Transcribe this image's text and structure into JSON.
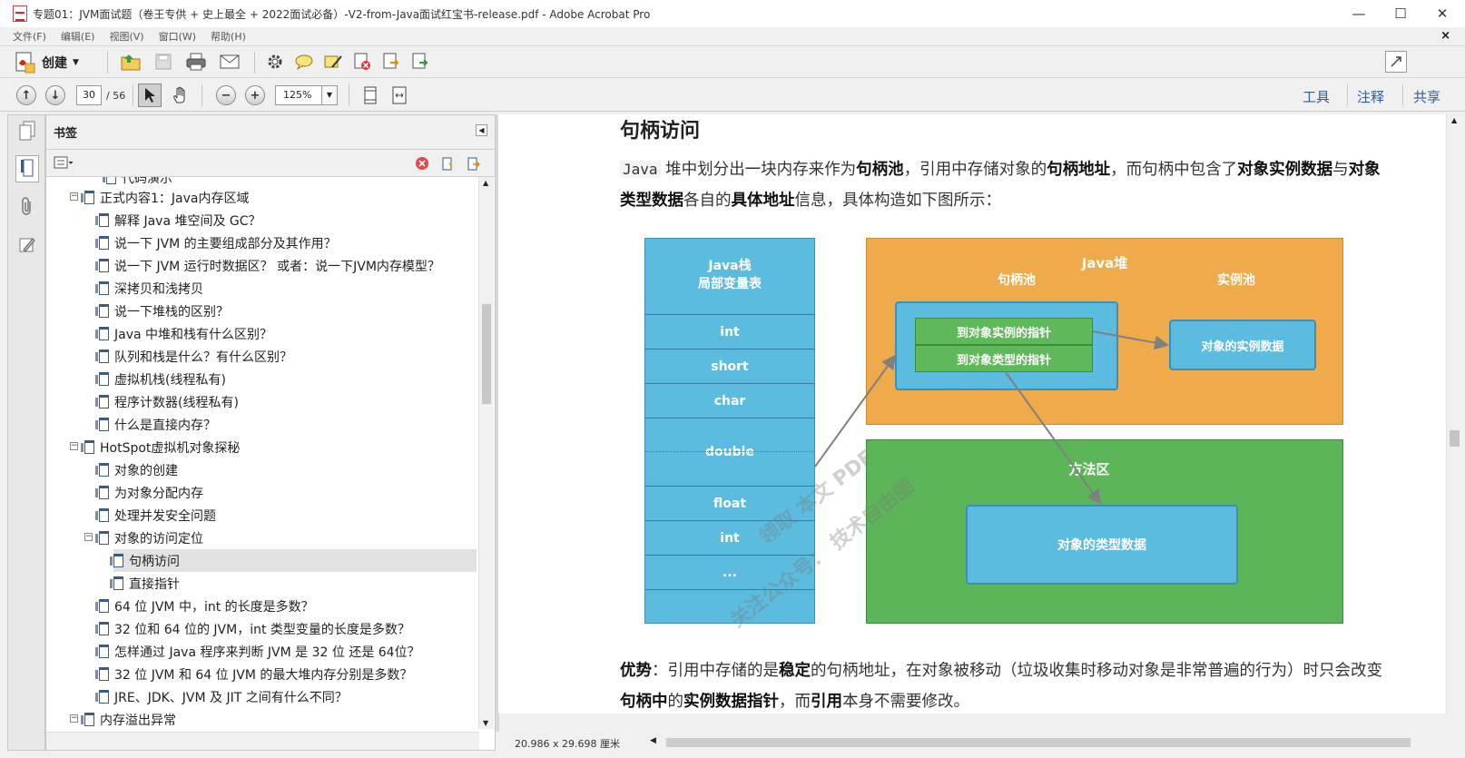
{
  "window": {
    "title": "专题01：JVM面试题（卷王专供 + 史上最全 + 2022面试必备）-V2-from-Java面试红宝书-release.pdf - Adobe Acrobat Pro",
    "min": "—",
    "max": "☐",
    "close": "✕"
  },
  "menu": {
    "items": [
      "文件(F)",
      "编辑(E)",
      "视图(V)",
      "窗口(W)",
      "帮助(H)"
    ],
    "close": "×"
  },
  "toolbar": {
    "create_label": "创建",
    "page_current": "30",
    "page_total": "/ 56",
    "zoom": "125%",
    "tools": "工具",
    "comment": "注释",
    "share": "共享"
  },
  "bookmarks": {
    "title": "书签",
    "items": [
      {
        "label": "代码演示",
        "level": 2
      },
      {
        "label": "正式内容1：Java内存区域",
        "level": 1,
        "toggle": "−"
      },
      {
        "label": "解释 Java 堆空间及 GC？",
        "level": 2
      },
      {
        "label": "说一下 JVM 的主要组成部分及其作用？",
        "level": 2
      },
      {
        "label": "说一下 JVM 运行时数据区？ 或者：说一下JVM内存模型？",
        "level": 2
      },
      {
        "label": "深拷贝和浅拷贝",
        "level": 2
      },
      {
        "label": "说一下堆栈的区别？",
        "level": 2
      },
      {
        "label": "Java 中堆和栈有什么区别？",
        "level": 2
      },
      {
        "label": "队列和栈是什么？有什么区别？",
        "level": 2
      },
      {
        "label": "虚拟机栈(线程私有)",
        "level": 2
      },
      {
        "label": "程序计数器(线程私有)",
        "level": 2
      },
      {
        "label": "什么是直接内存？",
        "level": 2
      },
      {
        "label": "HotSpot虚拟机对象探秘",
        "level": 1,
        "toggle": "−"
      },
      {
        "label": "对象的创建",
        "level": 2
      },
      {
        "label": "为对象分配内存",
        "level": 2
      },
      {
        "label": "处理并发安全问题",
        "level": 2
      },
      {
        "label": "对象的访问定位",
        "level": 2,
        "toggle": "−"
      },
      {
        "label": "句柄访问",
        "level": 3,
        "selected": true
      },
      {
        "label": "直接指针",
        "level": 3
      },
      {
        "label": "64 位 JVM 中，int 的长度是多数？",
        "level": 2
      },
      {
        "label": "32 位和 64 位的 JVM，int 类型变量的长度是多数？",
        "level": 2
      },
      {
        "label": "怎样通过 Java 程序来判断 JVM 是 32 位 还是 64位？",
        "level": 2
      },
      {
        "label": "32 位 JVM 和 64 位 JVM 的最大堆内存分别是多数？",
        "level": 2
      },
      {
        "label": "JRE、JDK、JVM 及 JIT 之间有什么不同？",
        "level": 2
      },
      {
        "label": "内存溢出异常",
        "level": 1,
        "toggle": "−"
      }
    ]
  },
  "doc": {
    "heading": "句柄访问",
    "p1_code": "Java",
    "p1_a": " 堆中划分出一块内存来作为",
    "p1_b1": "句柄池",
    "p1_c": "，引用中存储对象的",
    "p1_b2": "句柄地址",
    "p1_d": "，而句柄中包含了",
    "p1_b3": "对象实例数据",
    "p1_e": "与",
    "p1_b4": "对象类型数据",
    "p1_f": "各自的",
    "p1_b5": "具体地址",
    "p1_g": "信息，具体构造如下图所示：",
    "p2_b1": "优势",
    "p2_a": "：引用中存储的是",
    "p2_b2": "稳定",
    "p2_c": "的句柄地址，在对象被移动（垃圾收集时移动对象是非常普遍的行为）时只会改变",
    "p2_b3": "句柄中",
    "p2_d": "的",
    "p2_b4": "实例数据指针",
    "p2_e": "，而",
    "p2_b5": "引用",
    "p2_f": "本身不需要修改。",
    "diagram": {
      "stack_title": "Java栈",
      "stack_subtitle": "局部变量表",
      "stack_cells": [
        "int",
        "short",
        "char",
        "double",
        "float",
        "int",
        "..."
      ],
      "heap_title": "Java堆",
      "handle_pool": "句柄池",
      "instance_pool": "实例池",
      "ptr_instance": "到对象实例的指针",
      "ptr_type": "到对象类型的指针",
      "instance_data": "对象的实例数据",
      "method_area": "方法区",
      "type_data": "对象的类型数据",
      "watermark1": "领取 本文 PDF",
      "watermark2": "关注公众号： 技术自由圈",
      "colors": {
        "stack": "#5bbcdf",
        "heap": "#efab4b",
        "method": "#5db55a",
        "pointer": "#5fb85a"
      }
    },
    "dimensions": "20.986 x 29.698 厘米"
  }
}
